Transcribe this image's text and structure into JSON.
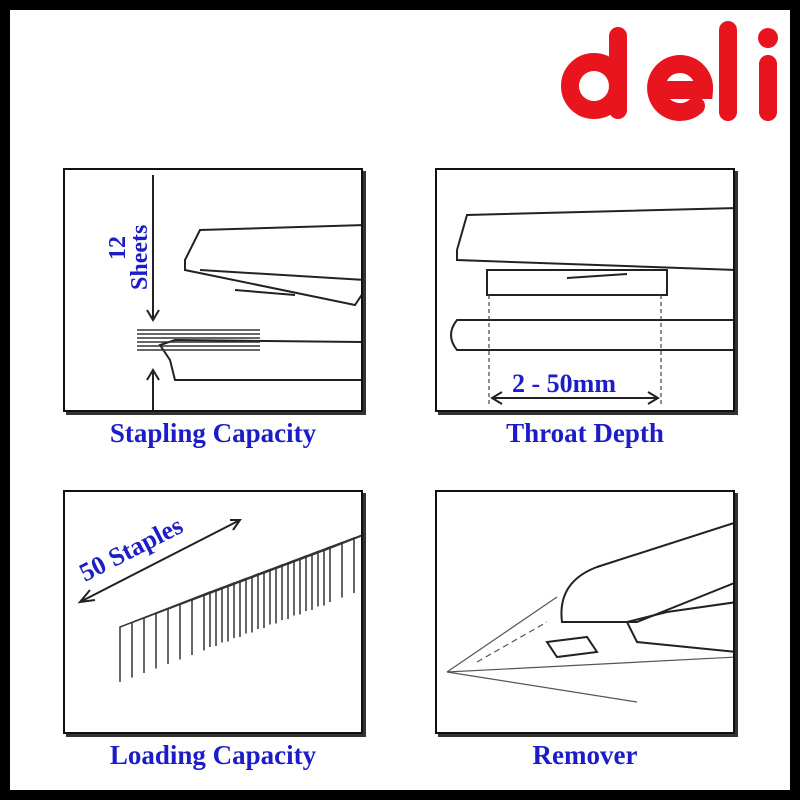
{
  "brand": {
    "logo_text": "deli",
    "color": "#e8141e"
  },
  "accent": "#1c1cc8",
  "panels": [
    {
      "caption": "Stapling Capacity",
      "label_line1": "12",
      "label_line2": "Sheets"
    },
    {
      "caption": "Throat Depth",
      "label": "2 - 50mm"
    },
    {
      "caption": "Loading Capacity",
      "label": "50 Staples"
    },
    {
      "caption": "Remover"
    }
  ]
}
